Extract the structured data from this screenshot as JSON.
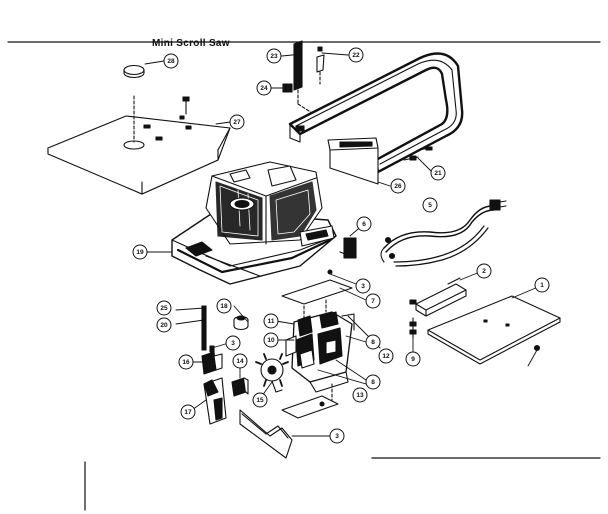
{
  "title": "Mini Scroll Saw",
  "callouts": [
    "28",
    "23",
    "22",
    "24",
    "27",
    "26",
    "21",
    "5",
    "6",
    "19",
    "3",
    "7",
    "1",
    "2",
    "25",
    "20",
    "18",
    "11",
    "10",
    "8",
    "12",
    "9",
    "3",
    "16",
    "14",
    "8",
    "13",
    "15",
    "17",
    "3"
  ]
}
